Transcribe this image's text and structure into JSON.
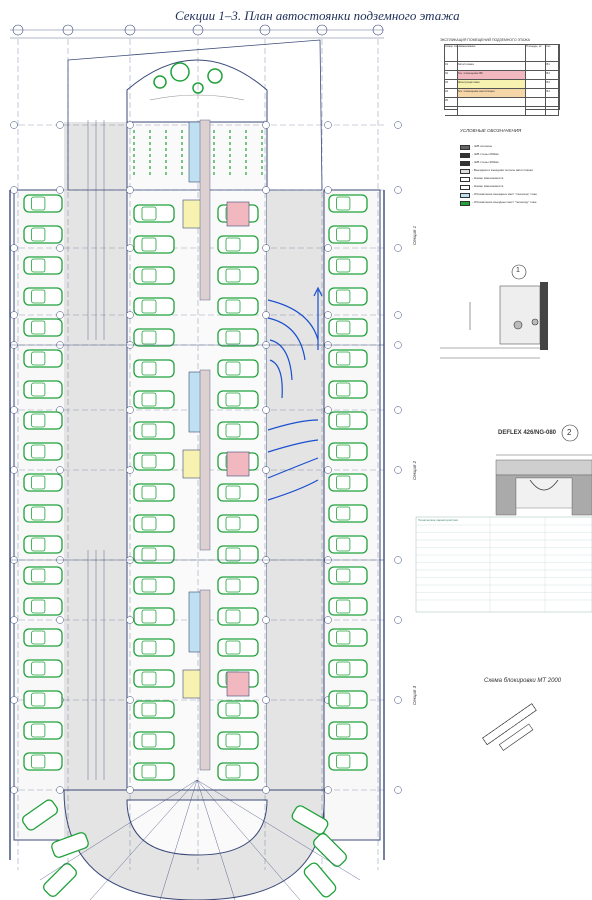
{
  "title": "Секции 1–3.  План автостоянки подземного этажа",
  "explication": {
    "heading": "ЭКСПЛИКАЦИЯ ПОМЕЩЕНИЙ ПОДЗЕМНОГО ЭТАЖА",
    "headers": [
      "Номер помещ.",
      "Наименование",
      "Площадь, м²",
      "Кат."
    ],
    "rows": [
      {
        "num": "01",
        "name": "Автостоянка",
        "area": "",
        "cat": "В1",
        "color": "#ffffff"
      },
      {
        "num": "02",
        "name": "Тех. помещение ВК",
        "area": "",
        "cat": "В4",
        "color": "#f2b8bf"
      },
      {
        "num": "03",
        "name": "Электрощитовая",
        "area": "",
        "cat": "В4",
        "color": "#f8f2b0"
      },
      {
        "num": "04",
        "name": "Тех. помещение вентиляции",
        "area": "",
        "cat": "В4",
        "color": "#f5d6a8"
      },
      {
        "num": "05",
        "name": "",
        "area": "",
        "cat": "",
        "color": "#ffffff"
      },
      {
        "num": "",
        "name": "",
        "area": "",
        "cat": "",
        "color": "#ffffff"
      }
    ]
  },
  "legend": {
    "heading": "УСЛОВНЫЕ ОБОЗНАЧЕНИЯ",
    "items": [
      "- Ж/Б колонны",
      "- Ж/Б стены 200мм",
      "- Ж/Б стены 300мм",
      "- Выездная и въездная полосы автостоянки",
      "- Номер машиноместа",
      "- Номер машиноместа",
      "- Обозначение выездных мест \"пешеход\" тоже",
      "- Обозначение въездных мест \"пешеход\" тоже"
    ]
  },
  "sections": [
    "Секция 1",
    "Секция 2",
    "Секция 3"
  ],
  "detail_numbers": [
    "1",
    "2"
  ],
  "deflex": {
    "title": "DEFLEX 426/NG-080"
  },
  "technical": {
    "heading": "Технические характеристики",
    "rows": [
      "",
      "",
      "",
      "",
      "",
      "",
      "",
      "",
      "",
      "",
      ""
    ]
  },
  "scheme": {
    "title": "Схема блокировки MT 2000"
  },
  "colors": {
    "line": "#3b4a7a",
    "parking": "#1fa23a",
    "ramp": "#1a4fcf",
    "hall": "#bfe0f0",
    "floor": "#e6e6e6"
  },
  "icons": [
    "tree-icon",
    "car-icon",
    "arrow-icon"
  ]
}
